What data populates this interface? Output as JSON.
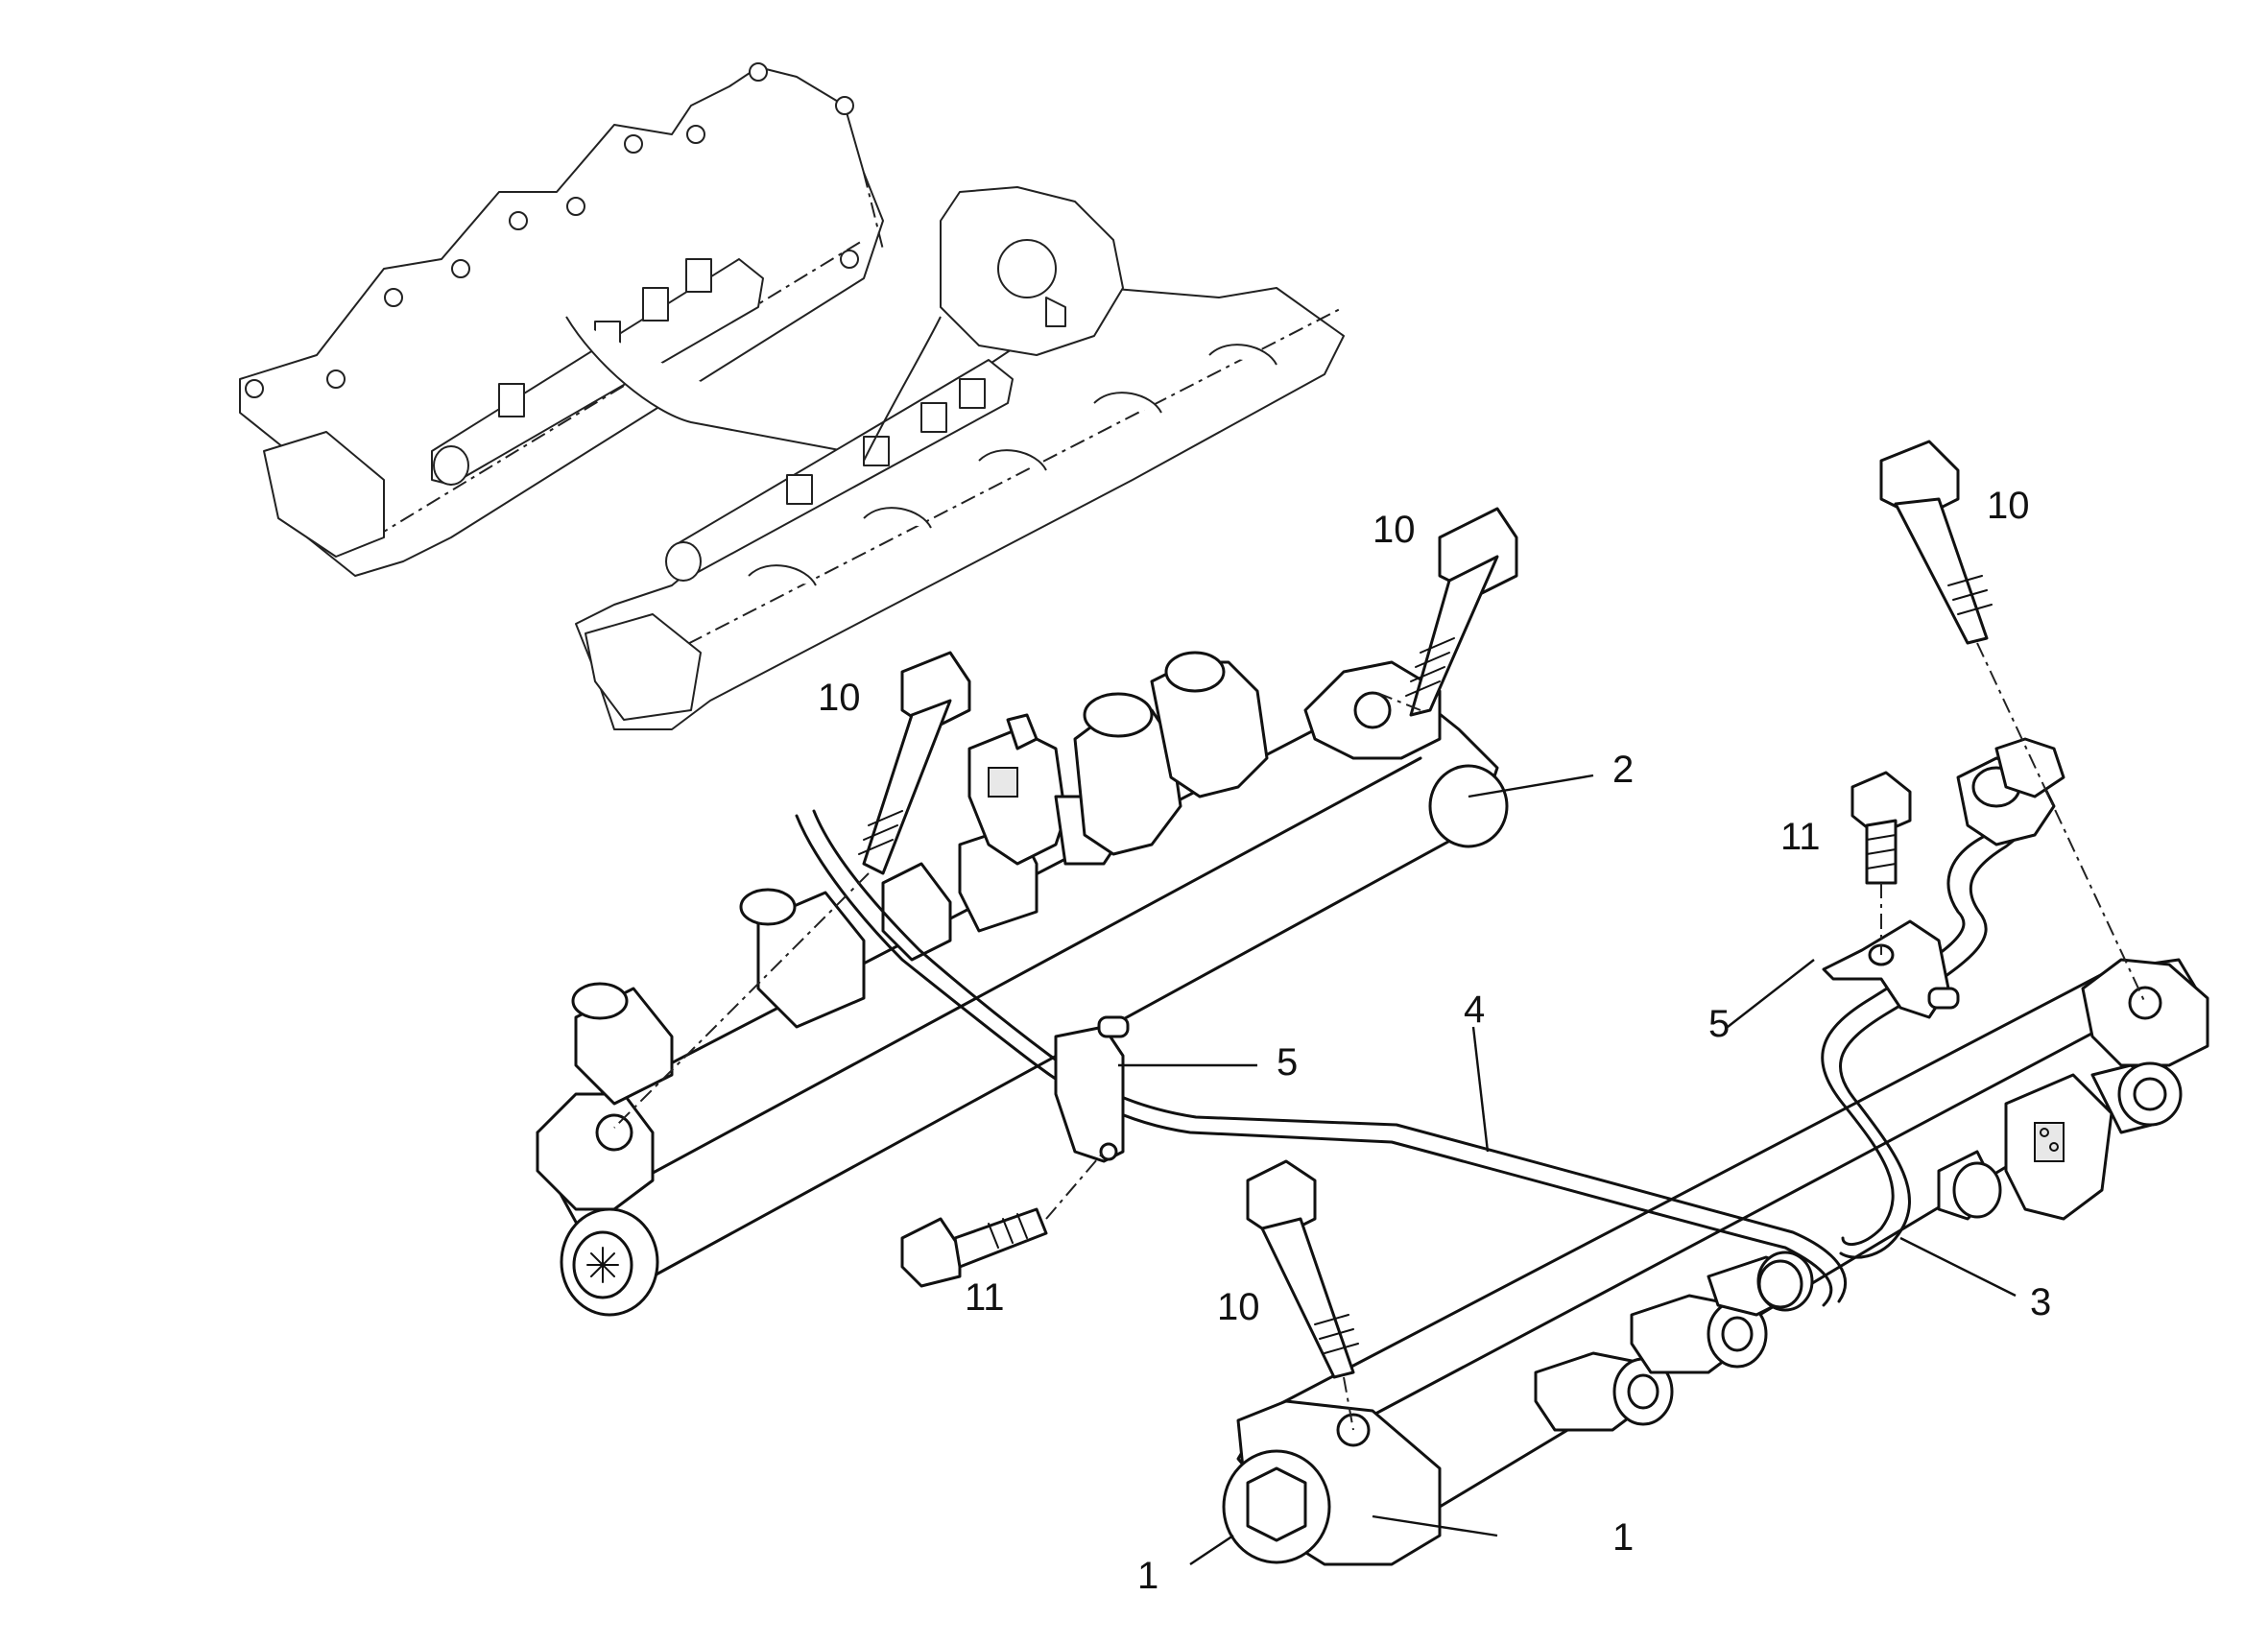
{
  "callouts": [
    {
      "id": "c-1a",
      "label": "1"
    },
    {
      "id": "c-1b",
      "label": "1"
    },
    {
      "id": "c-2",
      "label": "2"
    },
    {
      "id": "c-3",
      "label": "3"
    },
    {
      "id": "c-4",
      "label": "4"
    },
    {
      "id": "c-5a",
      "label": "5"
    },
    {
      "id": "c-5b",
      "label": "5"
    },
    {
      "id": "c-10a",
      "label": "10"
    },
    {
      "id": "c-10b",
      "label": "10"
    },
    {
      "id": "c-10c",
      "label": "10"
    },
    {
      "id": "c-10d",
      "label": "10"
    },
    {
      "id": "c-11a",
      "label": "11"
    },
    {
      "id": "c-11b",
      "label": "11"
    }
  ]
}
